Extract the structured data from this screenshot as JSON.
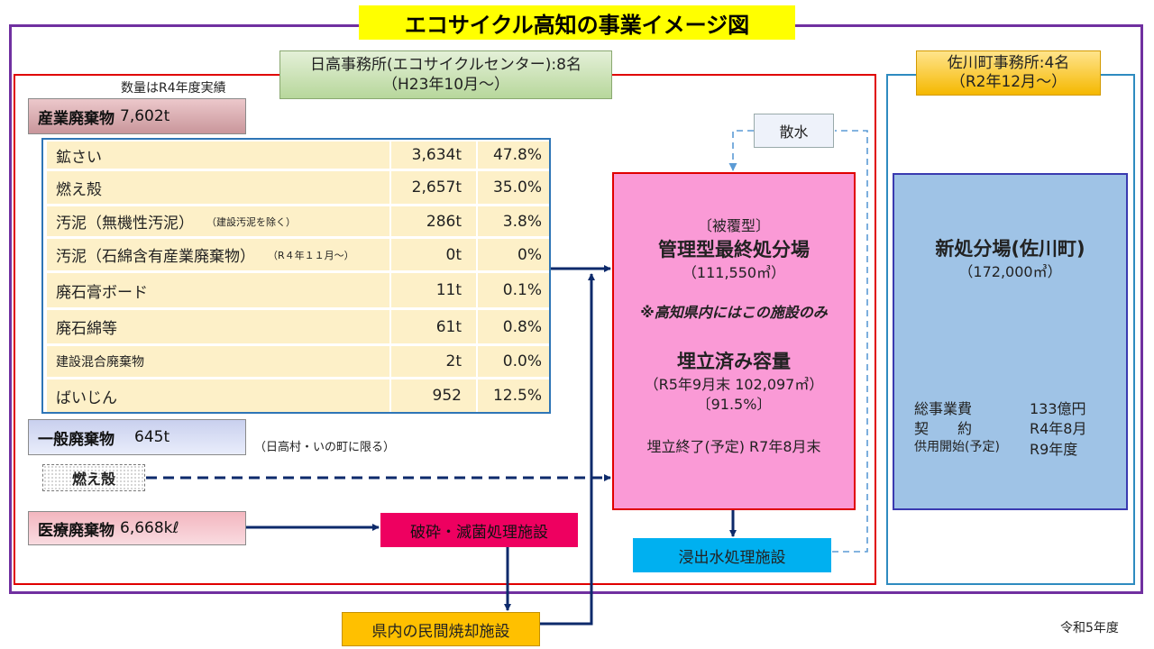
{
  "title": "エコサイクル高知の事業イメージ図",
  "hidaka_office": {
    "line1": "日高事務所(エコサイクルセンター):8名",
    "line2": "（H23年10月～）"
  },
  "sakawa_office": {
    "line1": "佐川町事務所:4名",
    "line2": "（R2年12月～）"
  },
  "quantity_note": "数量はR4年度実績",
  "industrial_waste": {
    "label": "産業廃棄物",
    "amount": "7,602t"
  },
  "waste_rows": [
    {
      "name": "鉱さい",
      "note": "",
      "amount": "3,634t",
      "pct": "47.8%"
    },
    {
      "name": "燃え殻",
      "note": "",
      "amount": "2,657t",
      "pct": "35.0%"
    },
    {
      "name": "汚泥（無機性汚泥）",
      "note": "（建設汚泥を除く）",
      "amount": "286t",
      "pct": "3.8%"
    },
    {
      "name": "汚泥（石綿含有産業廃棄物）",
      "note": "（R４年１１月～）",
      "amount": "0t",
      "pct": "0%"
    },
    {
      "name": "廃石膏ボード",
      "note": "",
      "amount": "11t",
      "pct": "0.1%"
    },
    {
      "name": "廃石綿等",
      "note": "",
      "amount": "61t",
      "pct": "0.8%"
    },
    {
      "name": "建設混合廃棄物",
      "note": "",
      "amount": "2t",
      "pct": "0.0%"
    },
    {
      "name": "ばいじん",
      "note": "",
      "amount": "952",
      "pct": "12.5%"
    }
  ],
  "general_waste": {
    "label": "一般廃棄物",
    "amount": "645t",
    "note": "（日高村・いの町に限る）"
  },
  "moegara_label": "燃え殻",
  "medical_waste": {
    "label": "医療廃棄物",
    "amount": "6,668kℓ"
  },
  "landfill": {
    "type": "〔被覆型〕",
    "name": "管理型最終処分場",
    "capacity": "（111,550㎥）",
    "unique_note": "※高知県内にはこの施設のみ",
    "filled_title": "埋立済み容量",
    "filled_amount": "（R5年9月末 102,097㎥）",
    "filled_pct": "〔91.5%〕",
    "end_date": "埋立終了(予定) R7年8月末"
  },
  "new_site": {
    "name": "新処分場(佐川町)",
    "capacity": "（172,000㎥）",
    "cost_label": "総事業費",
    "cost_value": "133億円",
    "contract_label": "契　　約",
    "contract_value": "R4年8月",
    "open_label": "供用開始(予定)",
    "open_value": "R9年度"
  },
  "sansui": "散水",
  "leachate_facility": "浸出水処理施設",
  "crush_facility": "破砕・滅菌処理施設",
  "incineration_facility": "県内の民間焼却施設",
  "year": "令和5年度",
  "colors": {
    "arrow": "#0d2a6b",
    "dashed_water": "#5b9bd5",
    "frame_purple": "#7030a0",
    "frame_red": "#e00000"
  }
}
